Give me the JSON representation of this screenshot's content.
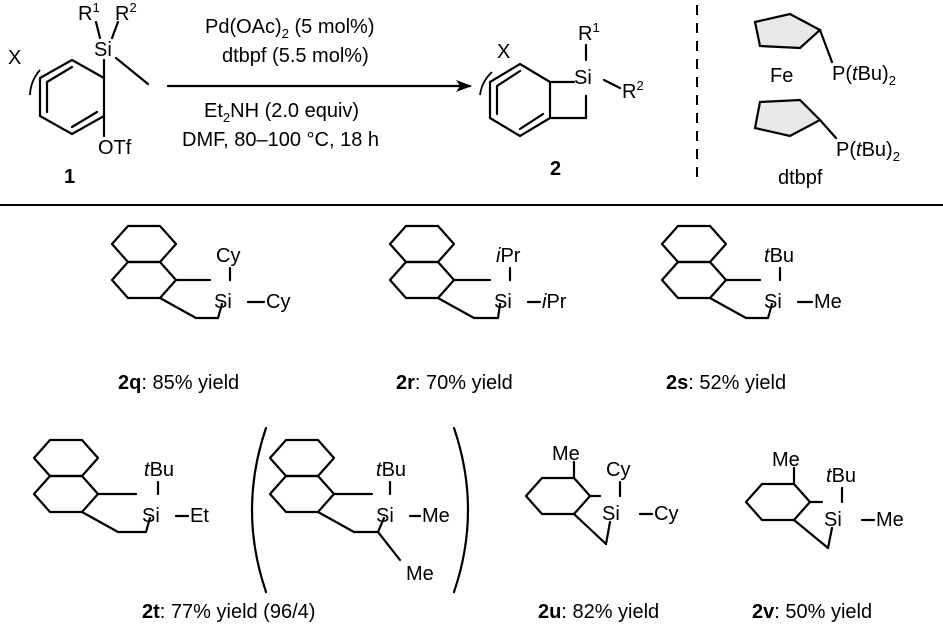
{
  "scheme": {
    "reactant_label": "1",
    "product_label": "2",
    "reactant": {
      "x": "X",
      "r1": "R",
      "r1_sup": "1",
      "r2": "R",
      "r2_sup": "2",
      "si": "Si",
      "otf": "OTf"
    },
    "product": {
      "x": "X",
      "r1": "R",
      "r1_sup": "1",
      "si": "Si",
      "r2": "R",
      "r2_sup": "2"
    },
    "conditions": {
      "line1_a": "Pd(OAc)",
      "line1_sub": "2",
      "line1_b": " (5 mol%)",
      "line2": "dtbpf (5.5 mol%)",
      "line3_a": "Et",
      "line3_sub": "2",
      "line3_b": "NH (2.0 equiv)",
      "line4": "DMF, 80–100 °C, 18 h"
    },
    "ligand": {
      "metal": "Fe",
      "p_top_a": "P(",
      "p_top_t": "t",
      "p_top_b": "Bu)",
      "p_top_sub": "2",
      "p_bot_a": "P(",
      "p_bot_t": "t",
      "p_bot_b": "Bu)",
      "p_bot_sub": "2",
      "name": "dtbpf"
    }
  },
  "products": [
    {
      "id": "2q",
      "yield": ": 85% yield",
      "r1": "Cy",
      "r2": "Cy"
    },
    {
      "id": "2r",
      "yield": ": 70% yield",
      "r1_i": "i",
      "r1": "Pr",
      "r2_i": "i",
      "r2": "Pr"
    },
    {
      "id": "2s",
      "yield": ": 52% yield",
      "r1_i": "t",
      "r1": "Bu",
      "r2": "Me"
    },
    {
      "id": "2t",
      "yield": ": 77% yield (96/4)",
      "r1_i": "t",
      "r1": "Bu",
      "r2": "Et"
    },
    {
      "id": "2t-minor",
      "r1_i": "t",
      "r1": "Bu",
      "r2": "Me",
      "r3": "Me"
    },
    {
      "id": "2u",
      "yield": ": 82% yield",
      "me": "Me",
      "r1": "Cy",
      "r2": "Cy"
    },
    {
      "id": "2v",
      "yield": ": 50% yield",
      "me": "Me",
      "r1_i": "t",
      "r1": "Bu",
      "r2": "Me"
    }
  ],
  "si": "Si"
}
